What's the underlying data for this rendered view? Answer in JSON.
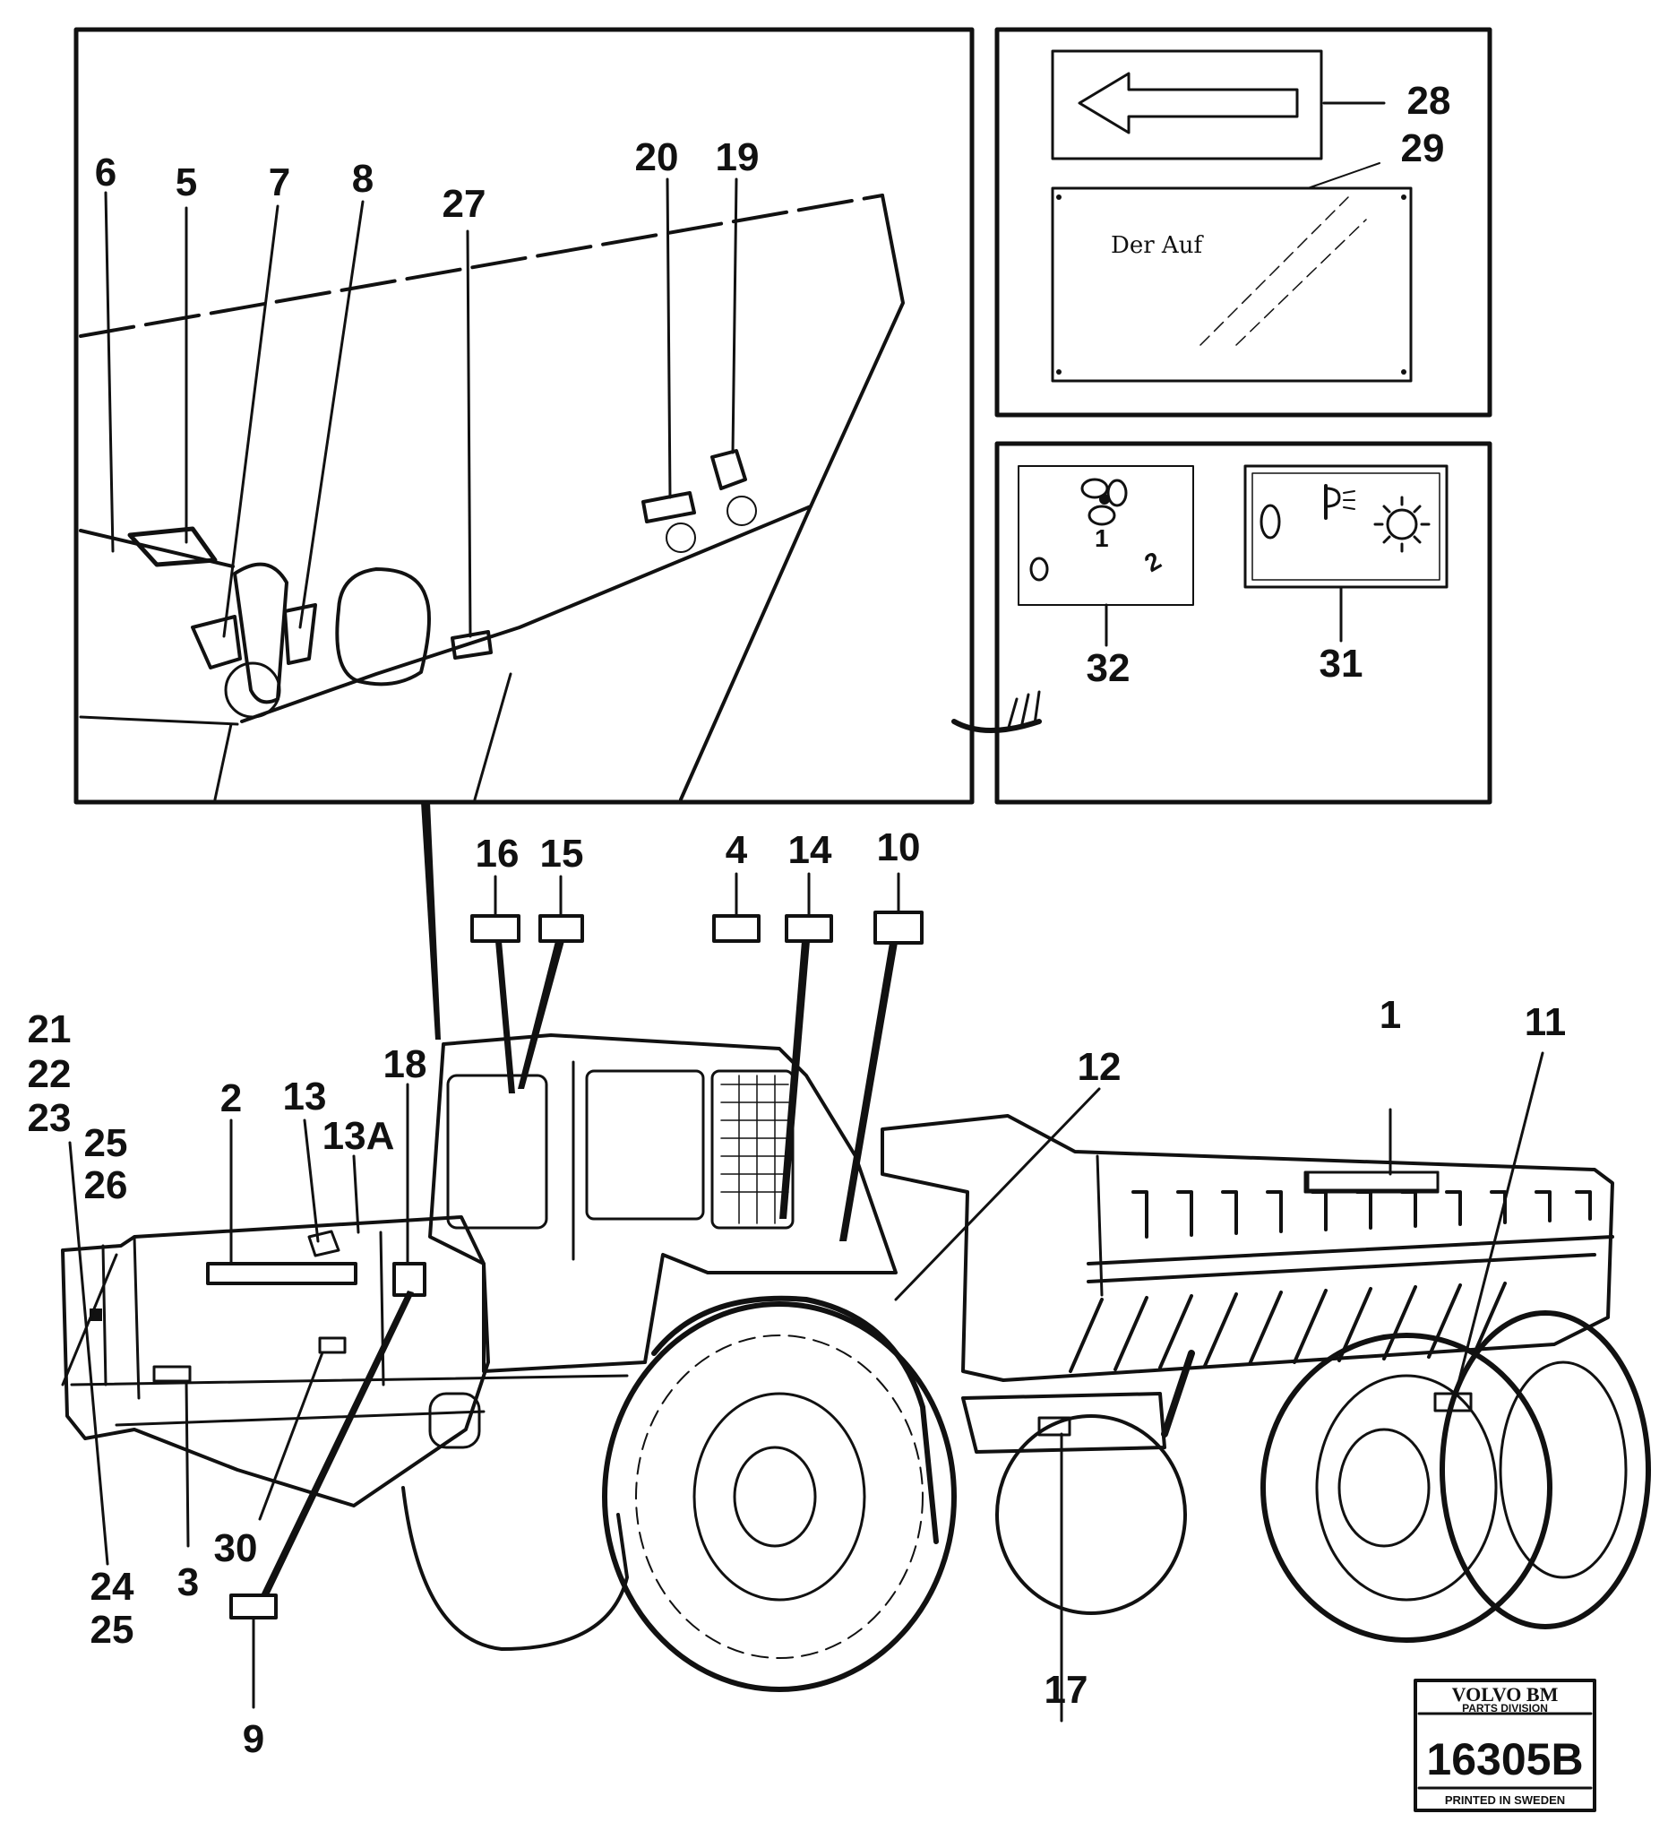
{
  "part_numbers": {
    "n1": "1",
    "n2": "2",
    "n3": "3",
    "n4": "4",
    "n5": "5",
    "n6": "6",
    "n7": "7",
    "n8": "8",
    "n9": "9",
    "n10": "10",
    "n11": "11",
    "n12": "12",
    "n13": "13",
    "n13a": "13A",
    "n14": "14",
    "n15": "15",
    "n16": "16",
    "n17": "17",
    "n18": "18",
    "n19": "19",
    "n20": "20",
    "n21": "21",
    "n22": "22",
    "n23": "23",
    "n24": "24",
    "n25a": "25",
    "n25b": "25",
    "n26": "26",
    "n27": "27",
    "n28": "28",
    "n29": "29",
    "n30": "30",
    "n31": "31",
    "n32": "32"
  },
  "decal_29_text": "Der Auf",
  "decal_32_text": {
    "one": "1",
    "two": "2"
  },
  "stamp": {
    "brand": "VOLVO BM",
    "division": "PARTS DIVISION",
    "number": "16305B",
    "printed": "PRINTED IN SWEDEN"
  }
}
